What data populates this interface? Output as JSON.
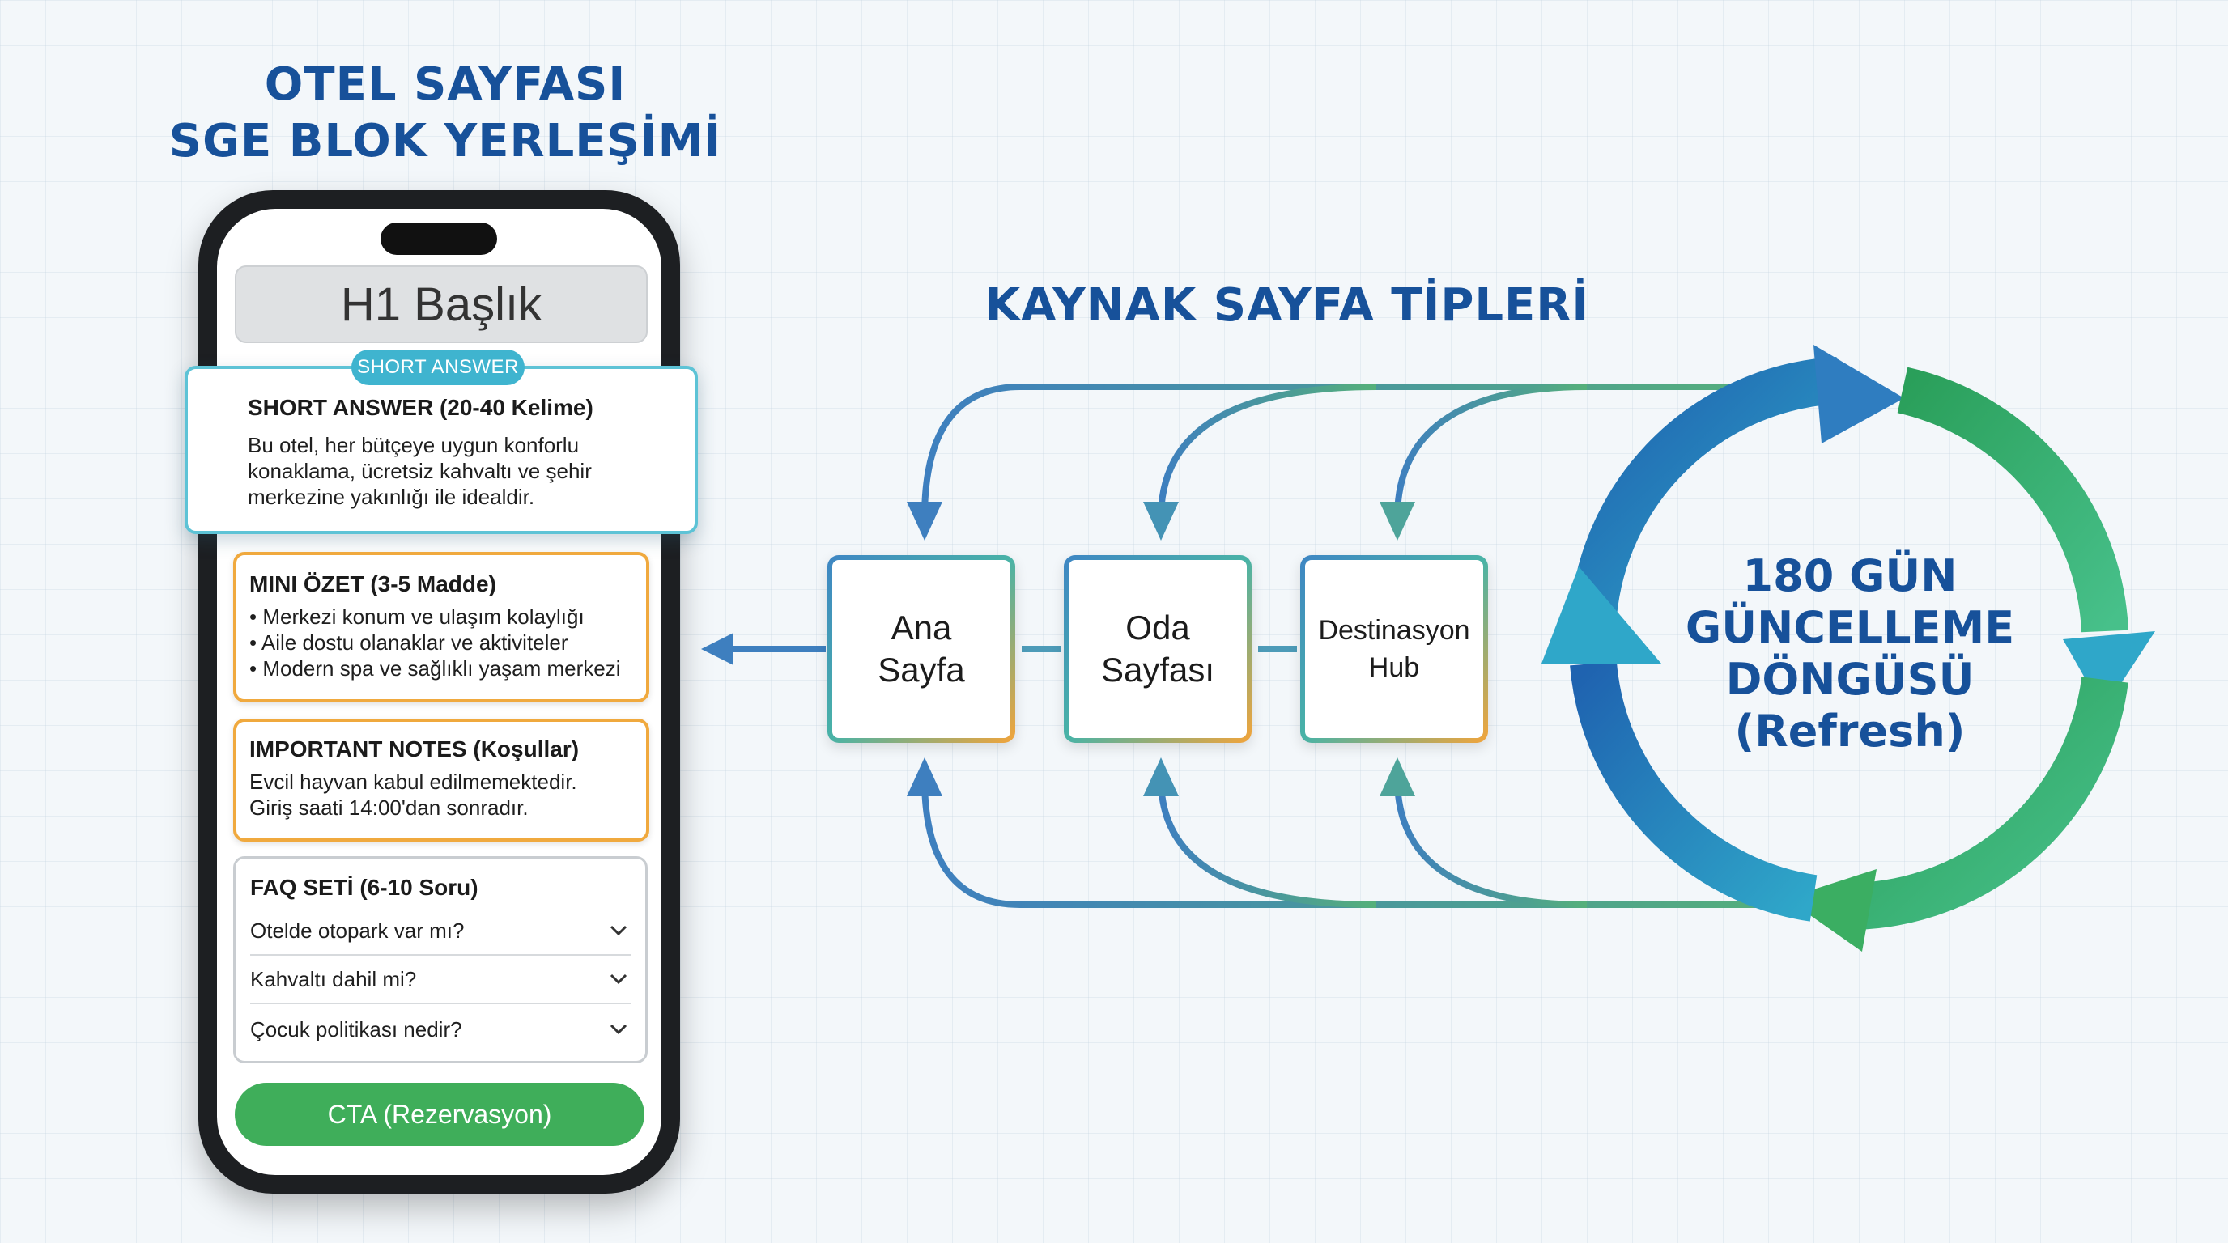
{
  "left_title": {
    "line1": "OTEL SAYFASI",
    "line2": "SGE BLOK YERLEŞİMİ"
  },
  "phone": {
    "h1": "H1 Başlık",
    "short_answer_badge": "SHORT ANSWER",
    "short_answer_title": "SHORT ANSWER (20-40 Kelime)",
    "short_answer_lines": [
      "Bu otel, her bütçeye uygun konforlu",
      "konaklama, ücretsiz kahvaltı ve şehir",
      "merkezine yakınlığı ile idealdir."
    ],
    "mini_summary_title": "MINI ÖZET (3-5 Madde)",
    "mini_summary_items": [
      "• Merkezi konum ve ulaşım kolaylığı",
      "• Aile dostu olanaklar ve aktiviteler",
      "• Modern spa ve sağlıklı yaşam merkezi"
    ],
    "notes_title": "IMPORTANT NOTES (Koşullar)",
    "notes_lines": [
      "Evcil hayvan kabul edilmemektedir.",
      "Giriş saati 14:00'dan sonradır."
    ],
    "faq_title": "FAQ SETİ (6-10 Soru)",
    "faq_items": [
      "Otelde otopark var mı?",
      "Kahvaltı dahil mi?",
      "Çocuk politikası nedir?"
    ],
    "cta": "CTA (Rezervasyon)"
  },
  "right_title": "KAYNAK SAYFA TİPLERİ",
  "source_pages": [
    {
      "line1": "Ana",
      "line2": "Sayfa"
    },
    {
      "line1": "Oda",
      "line2": "Sayfası"
    },
    {
      "line1": "Destinasyon",
      "line2": "Hub"
    }
  ],
  "cycle": {
    "line1": "180 GÜN",
    "line2": "GÜNCELLEME",
    "line3": "DÖNGÜSÜ",
    "line4": "(Refresh)"
  },
  "colors": {
    "title_blue": "#17519a",
    "accent_cyan": "#3fb4cf",
    "accent_orange": "#f0a93e",
    "accent_green": "#3fae5a",
    "arrow_blue": "#3e7fbf",
    "arrow_green": "#4bb06a"
  }
}
